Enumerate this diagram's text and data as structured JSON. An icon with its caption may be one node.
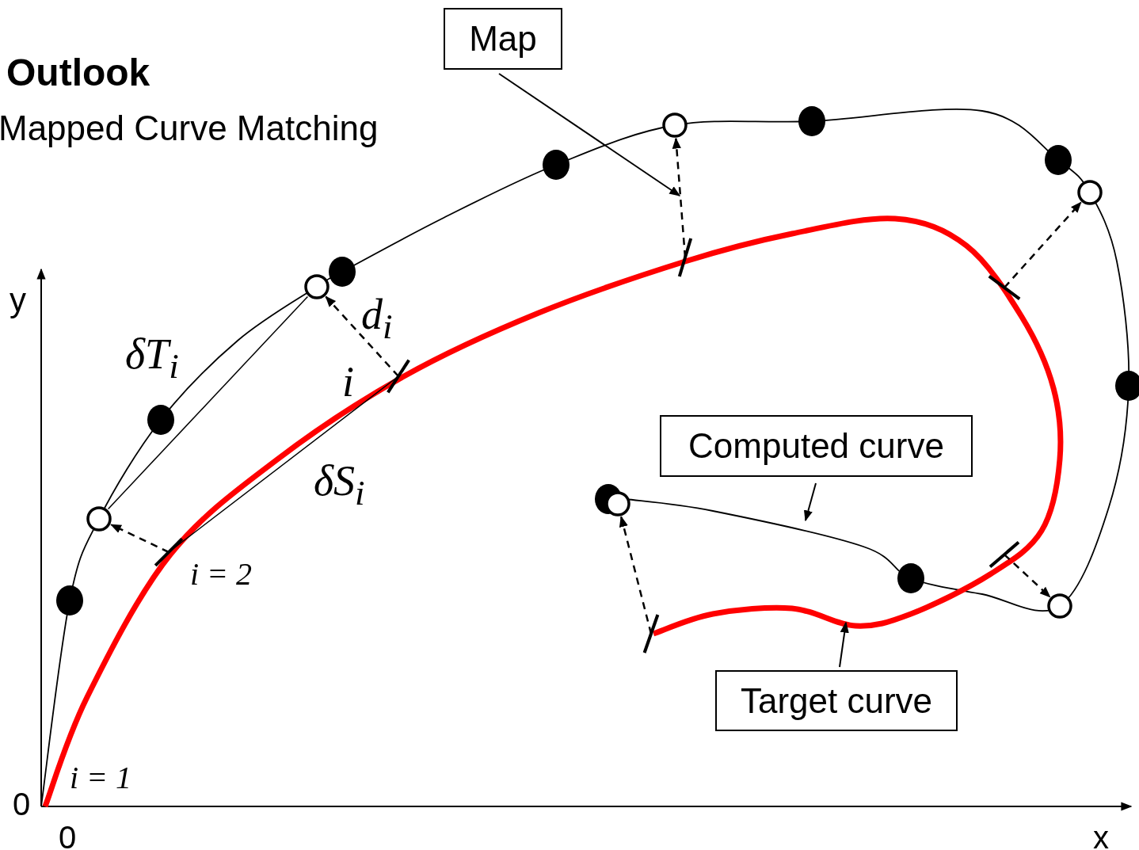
{
  "diagram": {
    "title": "Outlook",
    "nodes": [
      {
        "text": [
          "Map"
        ]
      },
      {
        "text": [
          "Computed curve"
        ]
      },
      {
        "text": [
          "Target curve"
        ]
      },
      {
        "text": [],
        "shape": "bar"
      },
      {
        "text": [],
        "shape": "bar"
      },
      {
        "text": [],
        "shape": "bar"
      },
      {
        "text": [],
        "shape": "bar"
      },
      {
        "text": [],
        "shape": "bar"
      },
      {
        "text": [],
        "shape": "bar"
      },
      {
        "text": [],
        "shape": "circle"
      },
      {
        "text": [],
        "shape": "circle"
      },
      {
        "text": [],
        "shape": "circle"
      },
      {
        "text": [],
        "shape": "circle"
      },
      {
        "text": [],
        "shape": "circle"
      },
      {
        "text": [],
        "shape": "circle"
      }
    ],
    "edges": [
      {
        "from": 0,
        "to": null,
        "arrow": "to"
      },
      {
        "from": 1,
        "to": null,
        "arrow": "to"
      },
      {
        "from": 2,
        "to": null,
        "arrow": "to"
      },
      {
        "from": 9,
        "to": 10,
        "arrow": "none"
      },
      {
        "from": 3,
        "to": 4,
        "arrow": "none"
      },
      {
        "from": 3,
        "to": 9,
        "arrow": "to",
        "style": "dashed"
      },
      {
        "from": 4,
        "to": 10,
        "arrow": "to",
        "style": "dashed"
      },
      {
        "from": 5,
        "to": 11,
        "arrow": "to",
        "style": "dashed"
      },
      {
        "from": 6,
        "to": 12,
        "arrow": "to",
        "style": "dashed"
      },
      {
        "from": 7,
        "to": 13,
        "arrow": "to",
        "style": "dashed"
      },
      {
        "from": 8,
        "to": 14,
        "arrow": "to",
        "style": "dashed"
      }
    ],
    "labels": [
      "Mapped Curve Matching",
      "y",
      "δT$_{i}$",
      "d$_{i}$",
      "i",
      "δS$_{i}$",
      "i = 2",
      "i = 1",
      "0",
      "0",
      "x"
    ]
  }
}
